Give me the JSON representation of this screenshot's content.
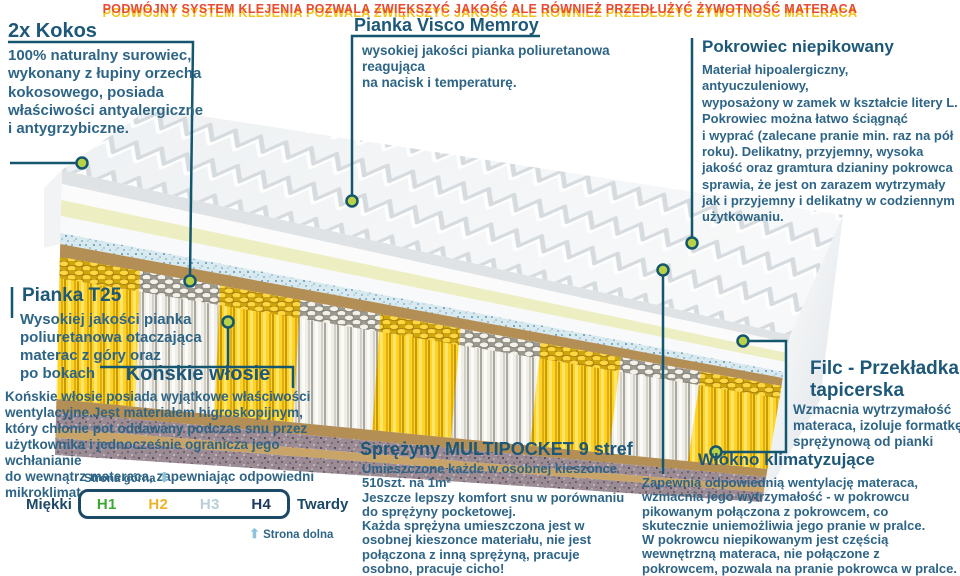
{
  "title": "PODWÓJNY SYSTEM KLEJENIA POZWALA ZWIĘKSZYĆ JAKOŚĆ ALE RÓWNIEŻ PRZEDŁUŻYĆ ŻYWOTNOŚĆ MATERACA",
  "sections": {
    "kokos": {
      "heading": "2x Kokos",
      "body": "100% naturalny surowiec,\nwykonany z łupiny orzecha\nkokosowego, posiada\nwłaściwości antyalergiczne\ni antygrzybiczne."
    },
    "visco": {
      "heading": "Pianka Visco Memroy",
      "body": "wysokiej jakości pianka poliuretanowa reagująca\nna nacisk i temperaturę."
    },
    "pokrowiec": {
      "heading": "Pokrowiec niepikowany",
      "body": "Materiał hipoalergiczny, antyuczuleniowy,\nwyposażony w zamek w kształcie litery L.\nPokrowiec można łatwo ściągnąć\ni wyprać (zalecane pranie min. raz na pół\nroku). Delikatny, przyjemny, wysoka\njakość oraz gramtura dzianiny pokrowca\nsprawia, że jest on zarazem wytrzymały\njak i przyjemny i delikatny w codziennym\nużytkowaniu."
    },
    "t25": {
      "heading": "Pianka T25",
      "body": "Wysokiej jakości pianka\npoliuretanowa otaczająca\nmaterac z góry oraz\npo bokach"
    },
    "konskie": {
      "heading": "Końskie włosie",
      "body": "Końskie włosie posiada wyjątkowe właściwości\nwentylacyjne.Jest materiałem higroskopijnym,\nktóry chłonie pot oddawany podczas snu przez\nużytkownika i jednocześnie ogranicza jego wchłanianie\ndo wewnątrz materaca, zapewniając odpowiedni\nmikroklimat."
    },
    "sprezyny": {
      "heading": "Sprężyny MULTIPOCKET 9 stref",
      "body": "Umieszczone każde w osobnej kieszonce\n510szt. na 1m²\nJeszcze lepszy komfort snu w porównaniu\ndo sprężyny pocketowej.\nKażda sprężyna umieszczona jest w\nosobnej kieszonce materiału, nie jest\npołączona z inną sprężyną, pracuje\nosobno, pracuje cicho!"
    },
    "filc": {
      "heading": "Filc - Przekładka\ntapicerska",
      "body": "Wzmacnia wytrzymałość\nmateraca, izoluje formatkę\nsprężynową od pianki"
    },
    "wlokno": {
      "heading": "Włókno klimatyzujące",
      "body": "Zapewnia odpowiednią wentylację materaca,\nwzmacnia jego wytrzymałość - w pokrowcu\npikowanym połączona z pokrowcem, co\nskutecznie uniemożliwia jego pranie w pralce.\nW pokrowcu niepikowanym jest częścią\nwewnętrzną materaca, nie połączone z\npokrowcem, pozwala na pranie pokrowca w pralce."
    }
  },
  "scale": {
    "soft_label": "Miękki",
    "hard_label": "Twardy",
    "top_label": "Strona górna",
    "bottom_label": "Strona dolna",
    "arrow_down": "⬇",
    "arrow_up": "⬆",
    "levels": [
      {
        "label": "H1",
        "color": "#3aaa35"
      },
      {
        "label": "H2",
        "color": "#f0b32a"
      },
      {
        "label": "H3",
        "color": "#b9cfd9"
      },
      {
        "label": "H4",
        "color": "#1e3a5f"
      }
    ]
  },
  "colors": {
    "title_red": "#e84a36",
    "title_yellow_shadow": "#f2c21d",
    "heading_blue": "#1d5878",
    "body_blue": "#2e6586",
    "leader_teal": "#14566e",
    "marker_dot_green": "#b9d146",
    "spring_yellow": "#ffd226",
    "coir_brown": "#b38e55"
  }
}
